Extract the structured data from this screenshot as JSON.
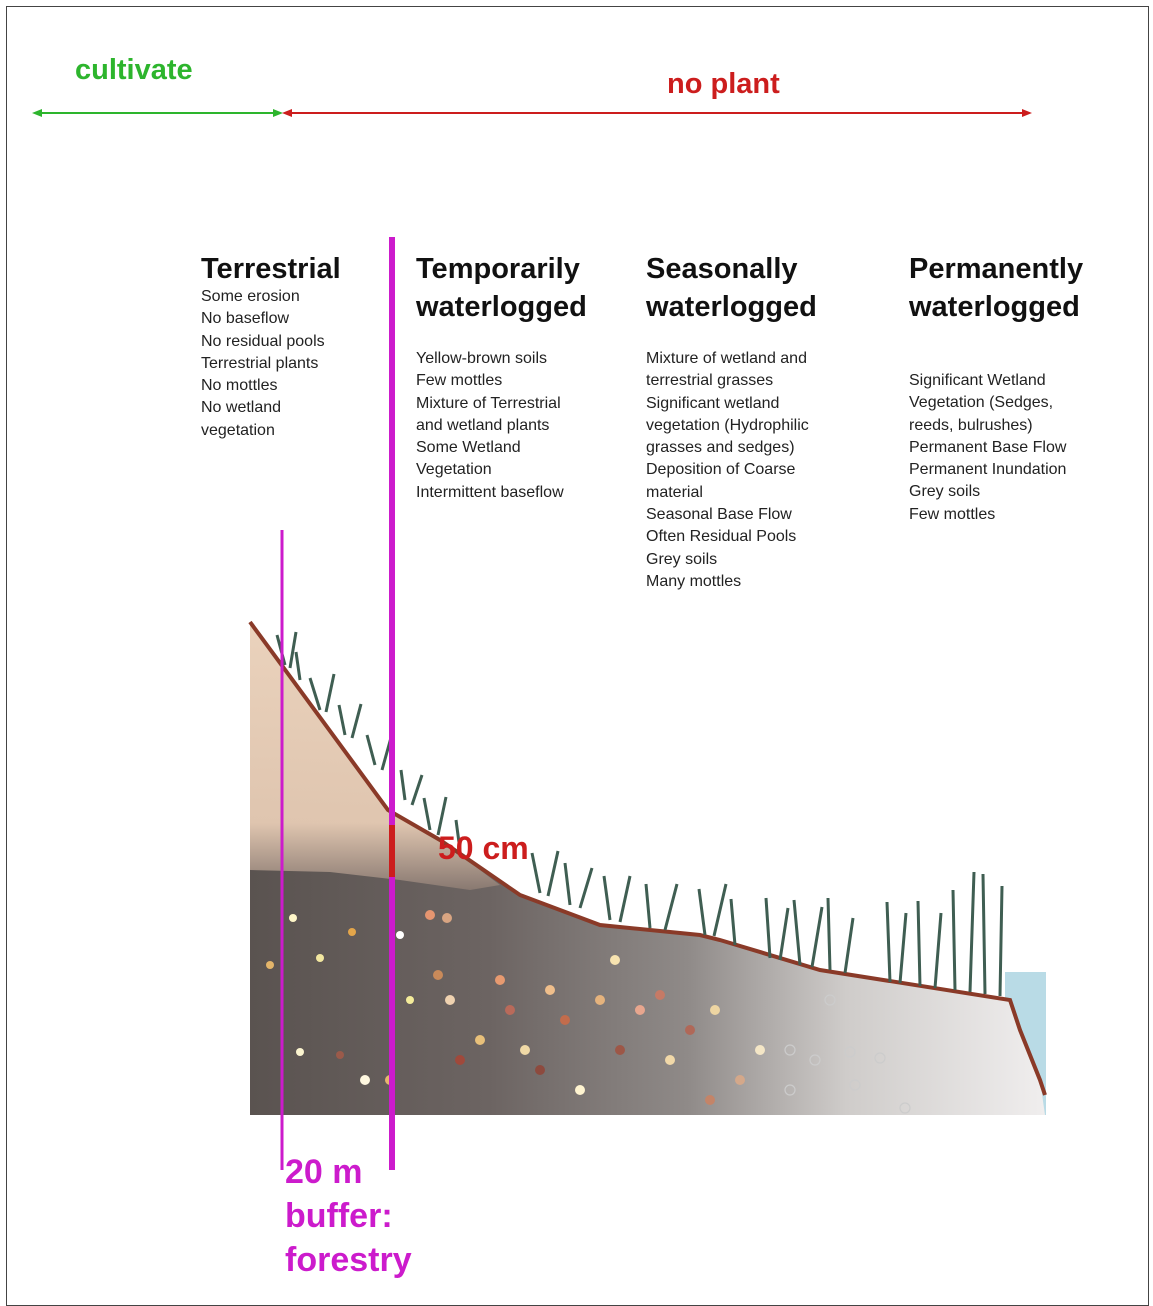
{
  "top_labels": {
    "cultivate": "cultivate",
    "no_plant": "no plant"
  },
  "zones": [
    {
      "title": "Terrestrial",
      "items": [
        "Some erosion",
        "No baseflow",
        "No residual pools",
        "Terrestrial plants",
        "No mottles",
        "No wetland",
        "vegetation"
      ]
    },
    {
      "title": "Temporarily\nwaterlogged",
      "items": [
        "Yellow-brown soils",
        "Few mottles",
        "Mixture of Terrestrial",
        "and wetland plants",
        "Some Wetland",
        "Vegetation",
        "Intermittent baseflow"
      ]
    },
    {
      "title": "Seasonally\nwaterlogged",
      "items": [
        "Mixture of wetland and",
        "terrestrial grasses",
        "Significant wetland",
        "vegetation (Hydrophilic",
        "grasses and sedges)",
        "Deposition of Coarse",
        "material",
        "Seasonal Base Flow",
        "Often Residual Pools",
        "Grey soils",
        "Many mottles"
      ]
    },
    {
      "title": "Permanently\nwaterlogged",
      "items": [
        "Significant Wetland",
        "Vegetation (Sedges,",
        "reeds, bulrushes)",
        "Permanent Base Flow",
        "Permanent Inundation",
        "Grey soils",
        "Few mottles"
      ]
    }
  ],
  "depth_label": "50 cm",
  "buffer_label": "20 m\nbuffer:\nforestry",
  "colors": {
    "green": "#2db52d",
    "red": "#cc1d1d",
    "magenta": "#cc1bcc",
    "surface": "#8a3a28",
    "grass": "#3f5e52",
    "water": "#b9dbe6"
  }
}
